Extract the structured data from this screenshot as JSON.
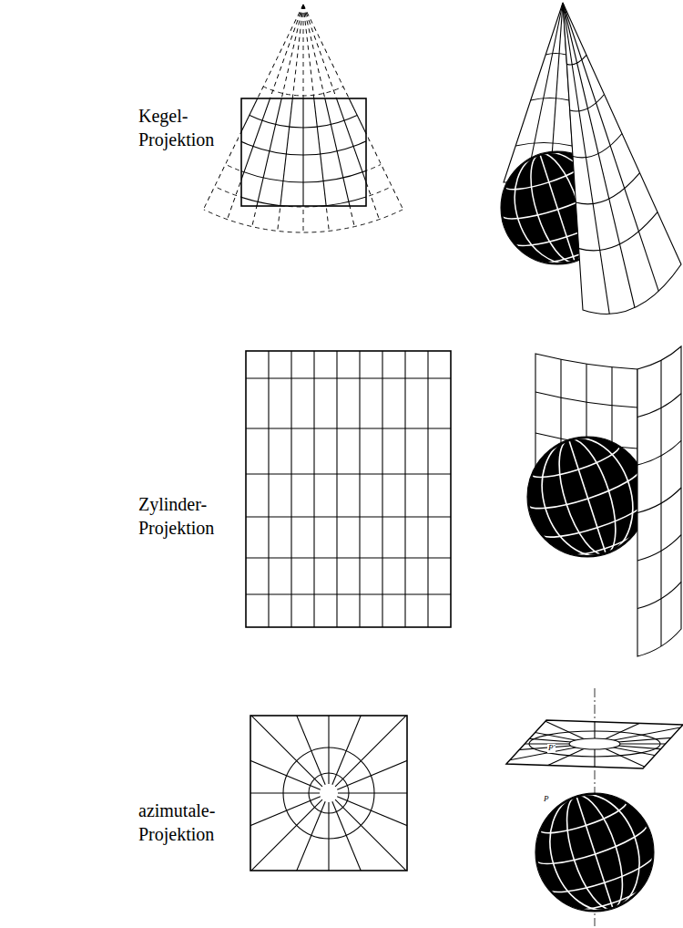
{
  "diagram": {
    "labels": [
      "Kegel- Projektion",
      "Zylinder- Projektion",
      "azimutale- Projektion",
      "P'",
      "P"
    ]
  }
}
